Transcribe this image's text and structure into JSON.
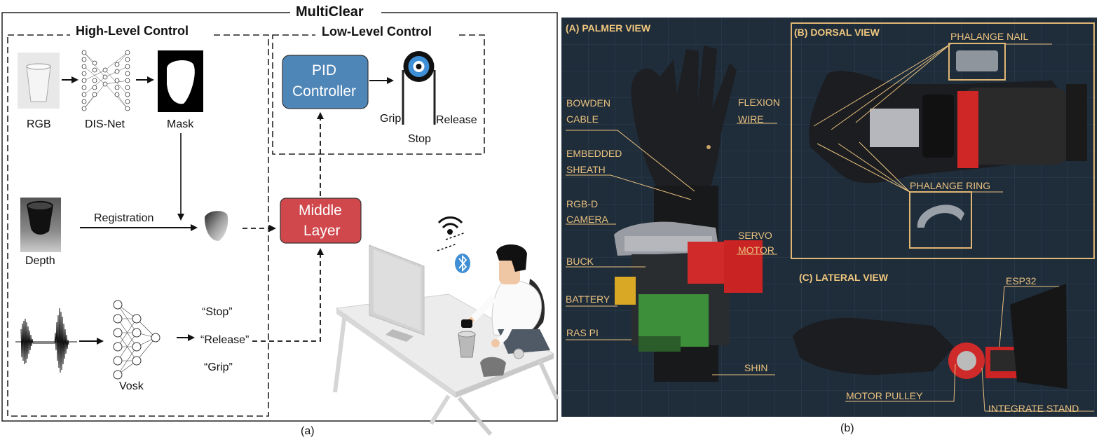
{
  "panel_a": {
    "title": "MultiClear",
    "high_level_title": "High-Level Control",
    "low_level_title": "Low-Level Control",
    "rgb_label": "RGB",
    "disnet_label": "DIS-Net",
    "mask_label": "Mask",
    "depth_label": "Depth",
    "registration_label": "Registration",
    "vosk_label": "Vosk",
    "cmd_stop": "“Stop”",
    "cmd_release": "“Release”",
    "cmd_grip": "“Grip”",
    "pid_line1": "PID",
    "pid_line2": "Controller",
    "middle_line1": "Middle",
    "middle_line2": "Layer",
    "pulley_grip": "Grip",
    "pulley_release": "Release",
    "pulley_stop": "Stop",
    "caption": "(a)",
    "colors": {
      "pid_fill": "#4f86b8",
      "middle_fill": "#d0474c",
      "pulley_ring": "#3f8fd6"
    }
  },
  "panel_b": {
    "caption": "(b)",
    "view_a_title": "(A) PALMER VIEW",
    "view_b_title": "(B) DORSAL VIEW",
    "view_c_title": "(C) LATERAL VIEW",
    "labels_a": {
      "bowden_1": "BOWDEN",
      "bowden_2": "CABLE",
      "flexion_1": "FLEXION",
      "flexion_2": "WIRE",
      "embedded_1": "EMBEDDED",
      "embedded_2": "SHEATH",
      "rgbd_1": "RGB-D",
      "rgbd_2": "CAMERA",
      "servo_1": "SERVO",
      "servo_2": "MOTOR",
      "buck": "BUCK",
      "battery": "BATTERY",
      "raspi": "RAS PI",
      "shin": "SHIN"
    },
    "labels_b": {
      "nail": "PHALANGE NAIL",
      "ring": "PHALANGE RING"
    },
    "labels_c": {
      "esp32": "ESP32",
      "pulley": "MOTOR PULLEY",
      "stand": "INTEGRATE STAND"
    },
    "colors": {
      "background": "#1f2c3a",
      "label": "#e9c27f"
    }
  }
}
